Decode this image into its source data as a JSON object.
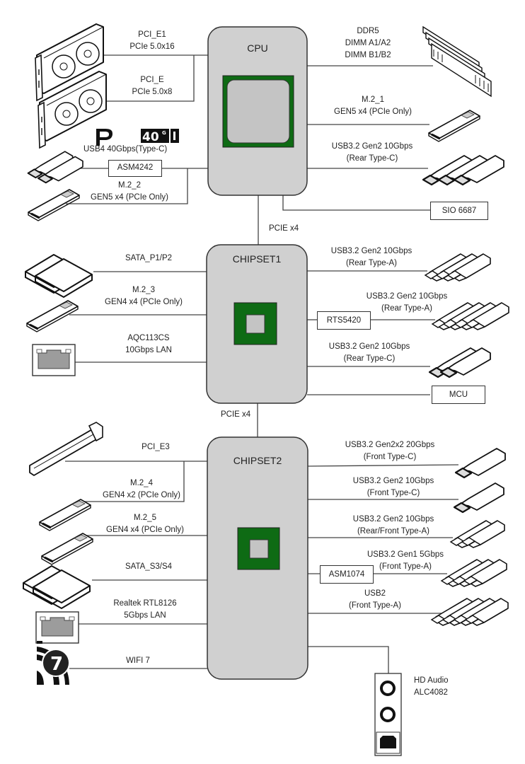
{
  "colors": {
    "hub_fill": "#d0d0d0",
    "hub_stroke": "#333333",
    "die_green": "#0e6b14",
    "die_gray": "#c4c4c4",
    "line": "#444444"
  },
  "hubs": {
    "cpu": {
      "title": "CPU"
    },
    "chipset1": {
      "title": "CHIPSET1"
    },
    "chipset2": {
      "title": "CHIPSET2"
    }
  },
  "links": {
    "cpu_to_chipset1": "PCIE x4",
    "chipset1_to_chipset2": "PCIE x4"
  },
  "cpu_left": [
    {
      "icon": "graphics-card-icon",
      "lines": [
        "PCI_E1",
        "PCIe 5.0x16"
      ]
    },
    {
      "icon": "graphics-card-icon",
      "lines": [
        "PCI_E",
        "PCIe 5.0x8"
      ]
    },
    {
      "icon": "usb-type-c-icon",
      "lines": [
        "USB4 40Gbps(Type-C)"
      ],
      "controller": "ASM4242",
      "badges": [
        "displayport-icon",
        "usb4-40g-icon"
      ],
      "badge_text": "40G"
    },
    {
      "icon": "m2-ssd-icon",
      "lines": [
        "M.2_2",
        "GEN5 x4 (PCIe Only)"
      ]
    }
  ],
  "cpu_right": [
    {
      "icon": "ddr5-memory-icon",
      "lines": [
        "DDR5",
        "DIMM A1/A2",
        "DIMM B1/B2"
      ]
    },
    {
      "icon": "m2-ssd-icon",
      "lines": [
        "M.2_1",
        "GEN5 x4 (PCIe Only)"
      ]
    },
    {
      "icon": "usb-type-c-icon",
      "lines": [
        "USB3.2 Gen2 10Gbps",
        "(Rear Type-C)"
      ]
    },
    {
      "controller": "SIO 6687"
    }
  ],
  "chipset1_left": [
    {
      "icon": "sata-drive-icon",
      "lines": [
        "SATA_P1/P2"
      ]
    },
    {
      "icon": "m2-ssd-icon",
      "lines": [
        "M.2_3",
        "GEN4 x4 (PCIe Only)"
      ]
    },
    {
      "icon": "ethernet-port-icon",
      "lines": [
        "AQC113CS",
        "10Gbps LAN"
      ]
    }
  ],
  "chipset1_right": [
    {
      "icon": "usb-type-a-icon",
      "lines": [
        "USB3.2 Gen2 10Gbps",
        "(Rear Type-A)"
      ]
    },
    {
      "icon": "usb-type-a-icon",
      "lines": [
        "USB3.2 Gen2 10Gbps",
        "(Rear Type-A)"
      ],
      "controller": "RTS5420"
    },
    {
      "icon": "usb-type-c-icon",
      "lines": [
        "USB3.2 Gen2 10Gbps",
        "(Rear Type-C)"
      ]
    },
    {
      "controller": "MCU"
    }
  ],
  "chipset2_left": [
    {
      "icon": "pcie-slot-icon",
      "lines": [
        "PCI_E3"
      ]
    },
    {
      "icon": "m2-ssd-icon",
      "lines": [
        "M.2_4",
        "GEN4 x2 (PCIe Only)"
      ]
    },
    {
      "icon": "m2-ssd-icon",
      "lines": [
        "M.2_5",
        "GEN4 x4 (PCIe Only)"
      ]
    },
    {
      "icon": "sata-drive-icon",
      "lines": [
        "SATA_S3/S4"
      ]
    },
    {
      "icon": "ethernet-port-icon",
      "lines": [
        "Realtek RTL8126",
        "5Gbps LAN"
      ]
    },
    {
      "icon": "wifi-7-icon",
      "lines": [
        "WIFI 7"
      ],
      "badge_text": "7"
    }
  ],
  "chipset2_right": [
    {
      "icon": "usb-type-c-icon",
      "lines": [
        "USB3.2 Gen2x2 20Gbps",
        "(Front Type-C)"
      ]
    },
    {
      "icon": "usb-type-c-icon",
      "lines": [
        "USB3.2 Gen2 10Gbps",
        "(Front Type-C)"
      ]
    },
    {
      "icon": "usb-type-a-icon",
      "lines": [
        "USB3.2 Gen2 10Gbps",
        "(Rear/Front Type-A)"
      ]
    },
    {
      "icon": "usb-type-a-icon",
      "lines": [
        "USB3.2 Gen1 5Gbps",
        "(Front Type-A)"
      ],
      "controller": "ASM1074"
    },
    {
      "icon": "usb-type-a-icon",
      "lines": [
        "USB2",
        "(Front Type-A)"
      ]
    },
    {
      "icon": "audio-jacks-icon",
      "lines": [
        "HD Audio",
        "ALC4082"
      ]
    }
  ]
}
